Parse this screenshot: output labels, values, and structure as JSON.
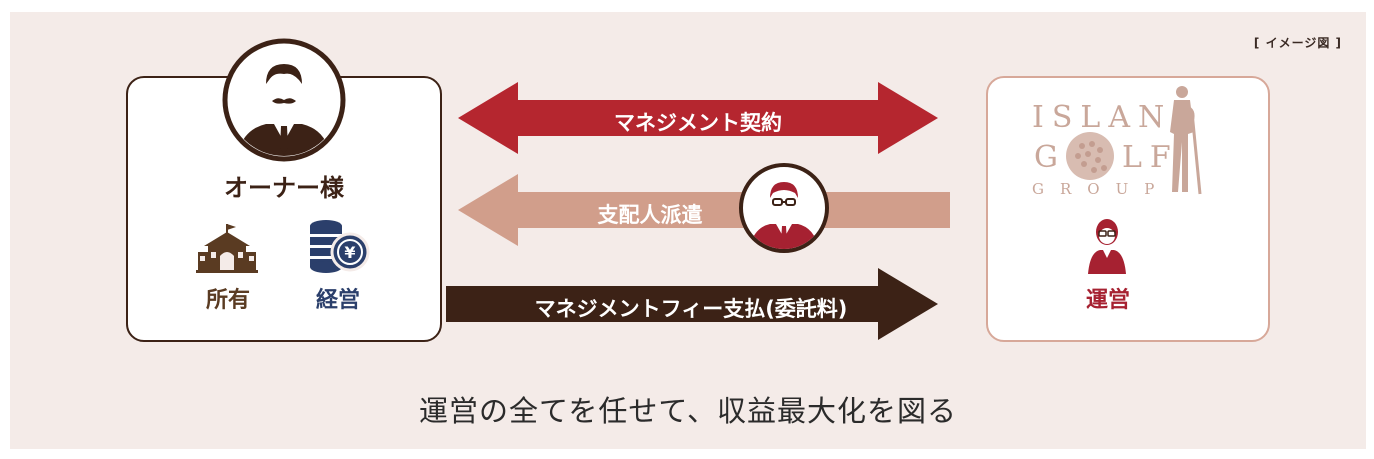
{
  "note": "[ イメージ図 ]",
  "owner": {
    "label": "オーナー様",
    "ownership_label": "所有",
    "management_label": "経営"
  },
  "arrows": {
    "contract": "マネジメント契約",
    "dispatch": "支配人派遣",
    "payment": "マネジメントフィー支払(委託料)"
  },
  "operator": {
    "logo_line1": "ISLAND",
    "logo_line2_left": "G",
    "logo_line2_right": "LF",
    "logo_line3": "GROUP",
    "label": "運営"
  },
  "tagline": "運営の全てを任せて、収益最大化を図る",
  "colors": {
    "contract_arrow": "#b5262f",
    "dispatch_arrow": "#d19e8b",
    "payment_arrow": "#3c2216",
    "dark_brown": "#3c2216",
    "navy": "#2b3f6b",
    "maroon": "#a62131"
  }
}
